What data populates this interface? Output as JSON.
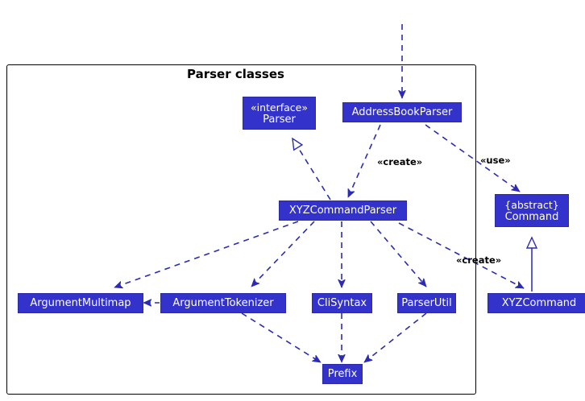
{
  "diagram": {
    "type": "uml-class-diagram",
    "background": "#ffffff",
    "node_fill": "#3333CC",
    "node_text": "#FFFFFF",
    "edge_color": "#3333CC",
    "frame_border": "#000000",
    "frame": {
      "title": "Parser classes"
    },
    "nodes": [
      {
        "id": "parser",
        "stereotype": "«interface»",
        "name": "Parser"
      },
      {
        "id": "addressbookparser",
        "stereotype": "",
        "name": "AddressBookParser"
      },
      {
        "id": "xyzcommandparser",
        "stereotype": "",
        "name": "XYZCommandParser"
      },
      {
        "id": "command",
        "stereotype": "{abstract}",
        "name": "Command"
      },
      {
        "id": "argumentmultimap",
        "stereotype": "",
        "name": "ArgumentMultimap"
      },
      {
        "id": "argumenttokenizer",
        "stereotype": "",
        "name": "ArgumentTokenizer"
      },
      {
        "id": "clisyntax",
        "stereotype": "",
        "name": "CliSyntax"
      },
      {
        "id": "parserutil",
        "stereotype": "",
        "name": "ParserUtil"
      },
      {
        "id": "xyzcommand",
        "stereotype": "",
        "name": "XYZCommand"
      },
      {
        "id": "prefix",
        "stereotype": "",
        "name": "Prefix"
      }
    ],
    "edge_labels": [
      {
        "id": "create-parser",
        "text": "«create»"
      },
      {
        "id": "use-command",
        "text": "«use»"
      },
      {
        "id": "create-command",
        "text": "«create»"
      }
    ]
  }
}
